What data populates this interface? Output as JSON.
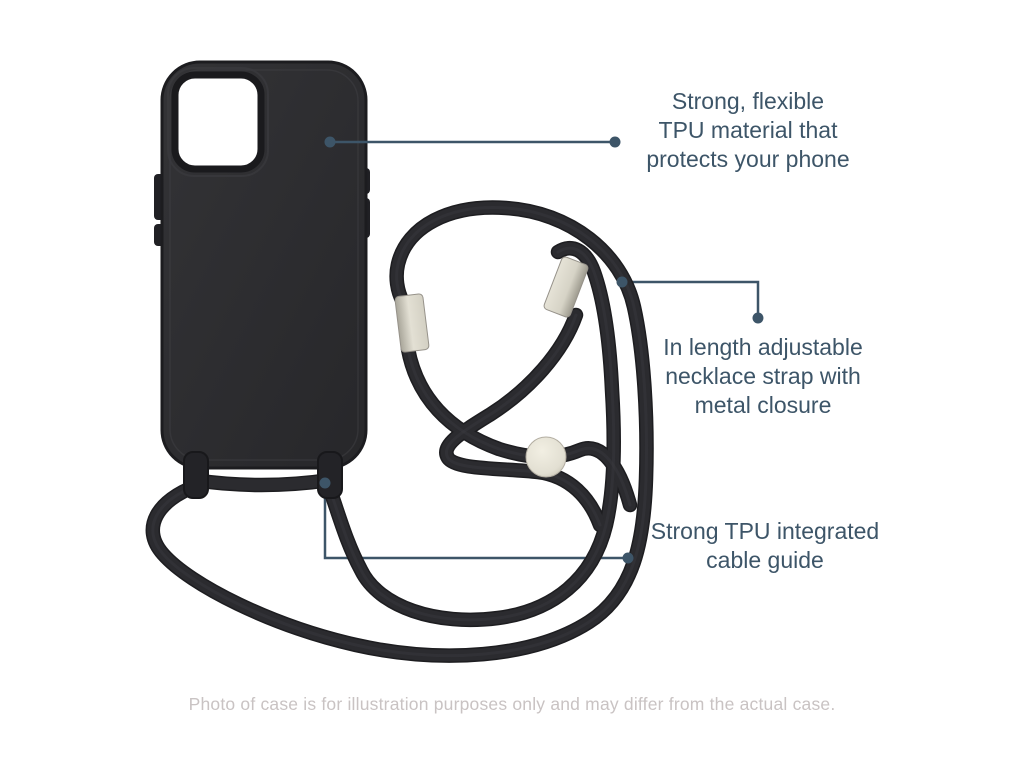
{
  "colors": {
    "background": "#ffffff",
    "accent": "#3d5568",
    "disclaimer_text": "#c9c3c3",
    "case": "#2b2b2e",
    "cord": "#2b2b2f",
    "cord_outline": "#1d1d20",
    "metal": "#ddd9cc",
    "bead": "#ece9dd"
  },
  "annotations": [
    {
      "id": "tpu-material",
      "lines": [
        "Strong, flexible",
        "TPU material that",
        "protects your phone"
      ]
    },
    {
      "id": "necklace-strap",
      "lines": [
        "In length adjustable",
        "necklace strap with",
        "metal closure"
      ]
    },
    {
      "id": "cable-guide",
      "lines": [
        "Strong TPU integrated",
        "cable guide"
      ]
    }
  ],
  "disclaimer": "Photo of case is for illustration purposes only and may differ from the actual case.",
  "figure": {
    "subject": "Black TPU phone case with camera cutout, integrated cable guides and black necklace cord with metal closure tips and round adjuster bead"
  }
}
